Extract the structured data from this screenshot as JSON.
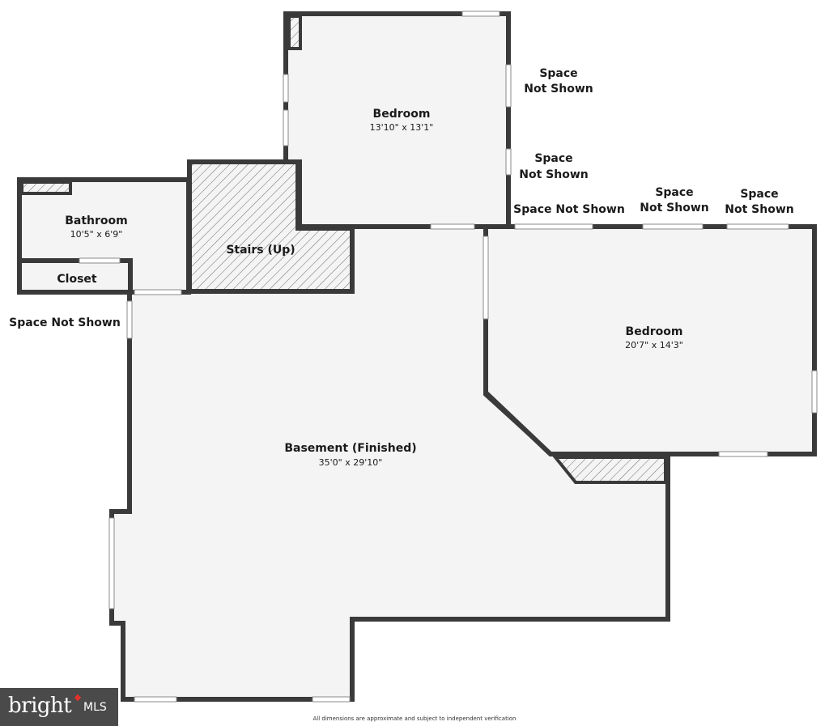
{
  "rooms": {
    "bedroom_top": {
      "name": "Bedroom",
      "dims": "13'10\" x 13'1\""
    },
    "bathroom": {
      "name": "Bathroom",
      "dims": "10'5\" x 6'9\""
    },
    "closet": {
      "name": "Closet"
    },
    "stairs": {
      "name": "Stairs (Up)"
    },
    "bedroom_right": {
      "name": "Bedroom",
      "dims": "20'7\" x 14'3\""
    },
    "basement": {
      "name": "Basement (Finished)",
      "dims": "35'0\" x 29'10\""
    }
  },
  "space_not_shown": {
    "a1": "Space",
    "a2": "Not Shown",
    "b1": "Space",
    "b2": "Not Shown",
    "c": "Space Not Shown",
    "d1": "Space",
    "d2": "Not Shown",
    "e1": "Space",
    "e2": "Not Shown",
    "f": "Space Not Shown"
  },
  "footer_note": "All dimensions are approximate and subject to independent verification",
  "logo": {
    "brand": "bright",
    "suffix": "MLS"
  },
  "colors": {
    "wall": "#3a3a3a",
    "floor": "#f4f4f4",
    "hatch": "#666666",
    "window": "#ffffff",
    "logo_bg": "#4a4a4a",
    "logo_accent": "#e0312b"
  }
}
